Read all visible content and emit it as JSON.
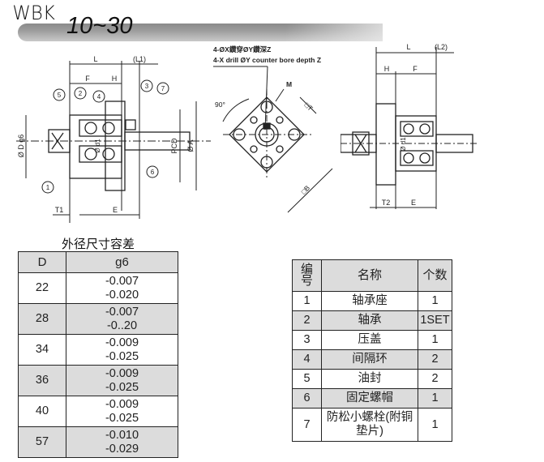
{
  "header": {
    "model": "WBK",
    "range": "10~30"
  },
  "diagram_side": {
    "dims": [
      "L",
      "(L1)",
      "F",
      "H",
      "PCD",
      "Ø A",
      "Ø D g6",
      "Ø d1",
      "T1",
      "E"
    ],
    "callouts": [
      "1",
      "2",
      "3",
      "4",
      "5",
      "6",
      "7"
    ]
  },
  "diagram_front": {
    "note_cn": "4-ØX鑽穿ØY鑽深Z",
    "note_en": "4-X drill ØY counter bore depth Z",
    "dims": [
      "M",
      "90°",
      "□T",
      "□B"
    ]
  },
  "diagram_side2": {
    "dims": [
      "L",
      "(L2)",
      "H",
      "F",
      "Ø d1",
      "T2",
      "E"
    ]
  },
  "tolerance_table": {
    "caption": "外径尺寸容差",
    "headers": [
      "D",
      "g6"
    ],
    "rows": [
      {
        "d": "22",
        "upper": "-0.007",
        "lower": "-0.020"
      },
      {
        "d": "28",
        "upper": "-0.007",
        "lower": "-0..20"
      },
      {
        "d": "34",
        "upper": "-0.009",
        "lower": "-0.025"
      },
      {
        "d": "36",
        "upper": "-0.009",
        "lower": "-0.025"
      },
      {
        "d": "40",
        "upper": "-0.009",
        "lower": "-0.025"
      },
      {
        "d": "57",
        "upper": "-0.010",
        "lower": "-0.029"
      }
    ]
  },
  "parts_table": {
    "headers": [
      "编号",
      "名称",
      "个数"
    ],
    "rows": [
      {
        "no": "1",
        "name": "轴承座",
        "qty": "1"
      },
      {
        "no": "2",
        "name": "轴承",
        "qty": "1SET"
      },
      {
        "no": "3",
        "name": "压盖",
        "qty": "1"
      },
      {
        "no": "4",
        "name": "间隔环",
        "qty": "2"
      },
      {
        "no": "5",
        "name": "油封",
        "qty": "2"
      },
      {
        "no": "6",
        "name": "固定螺帽",
        "qty": "1"
      },
      {
        "no": "7",
        "name": "防松小螺栓(附铜垫片)",
        "qty": "1"
      }
    ]
  }
}
